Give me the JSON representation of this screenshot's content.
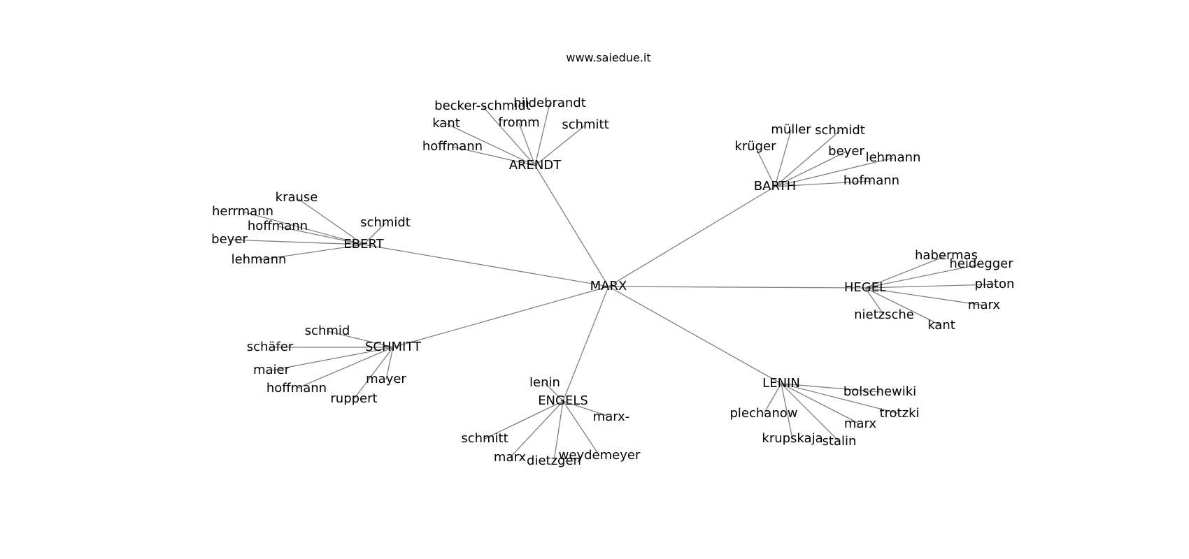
{
  "site_label": "www.saiedue.it",
  "colors": {
    "edge": "#808080",
    "text": "#000000",
    "background": "#ffffff"
  },
  "network": {
    "root": "MARX",
    "hubs": [
      {
        "label": "ARENDT",
        "leaves": [
          "becker-schmidt",
          "hildebrandt",
          "kant",
          "fromm",
          "schmitt",
          "hoffmann"
        ]
      },
      {
        "label": "BARTH",
        "leaves": [
          "müller",
          "schmidt",
          "krüger",
          "beyer",
          "lehmann",
          "hofmann"
        ]
      },
      {
        "label": "EBERT",
        "leaves": [
          "krause",
          "herrmann",
          "hoffmann",
          "schmidt",
          "beyer",
          "lehmann"
        ]
      },
      {
        "label": "HEGEL",
        "leaves": [
          "habermas",
          "heidegger",
          "platon",
          "marx",
          "nietzsche",
          "kant"
        ]
      },
      {
        "label": "SCHMITT",
        "leaves": [
          "schmid",
          "schäfer",
          "maier",
          "mayer",
          "hoffmann",
          "ruppert"
        ]
      },
      {
        "label": "ENGELS",
        "leaves": [
          "lenin",
          "marx-",
          "schmitt",
          "marx",
          "dietzgen",
          "weydemeyer"
        ]
      },
      {
        "label": "LENIN",
        "leaves": [
          "bolschewiki",
          "plechanow",
          "trotzki",
          "marx",
          "krupskaja",
          "stalin"
        ]
      }
    ]
  }
}
